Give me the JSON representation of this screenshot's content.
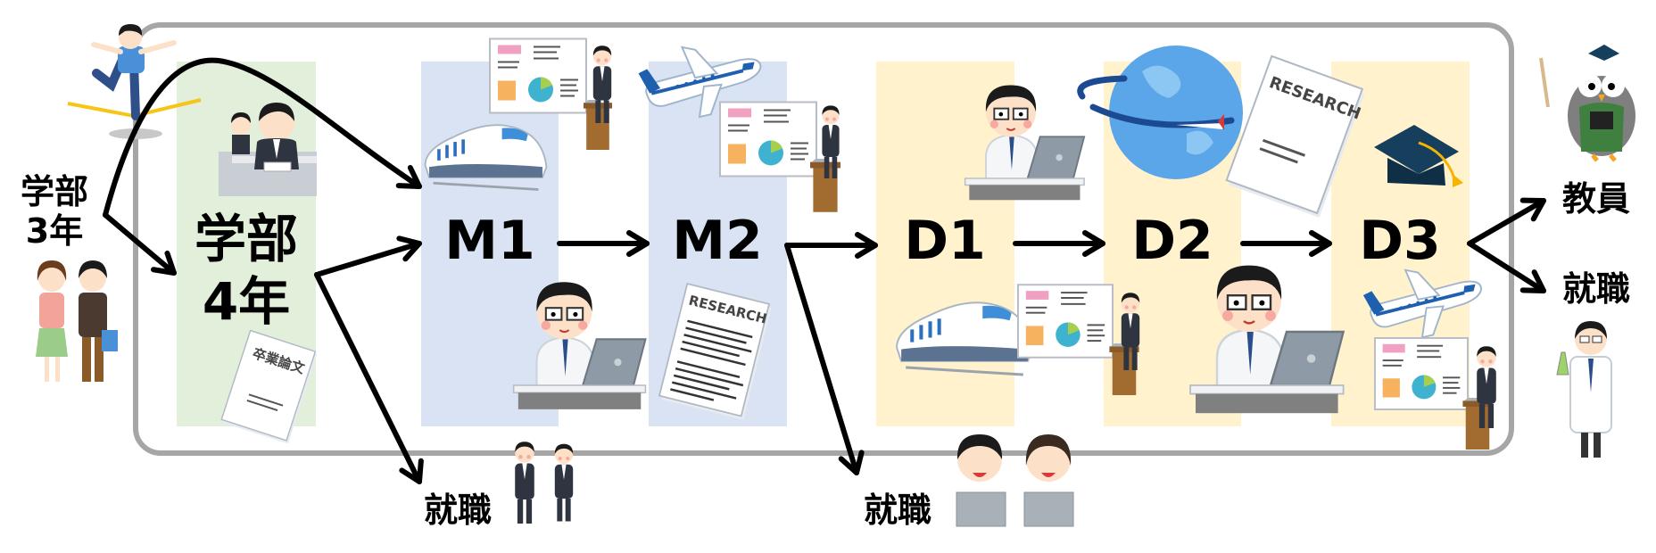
{
  "entry": {
    "line1": "学部",
    "line2": "3年"
  },
  "stages": [
    {
      "id": "b4",
      "label": "学部",
      "label2": "4年"
    },
    {
      "id": "m1",
      "label": "M1"
    },
    {
      "id": "m2",
      "label": "M2"
    },
    {
      "id": "d1",
      "label": "D1"
    },
    {
      "id": "d2",
      "label": "D2"
    },
    {
      "id": "d3",
      "label": "D3"
    }
  ],
  "outcomes": {
    "after_b4": "就職",
    "after_m2": "就職",
    "after_d3_faculty": "教員",
    "after_d3_job": "就職"
  },
  "illustration_text": {
    "thesis": "卒業論文",
    "research_m2": "RESEARCH",
    "research_d2": "RESEARCH"
  },
  "colors": {
    "frame": "#a6a6a6",
    "undergrad": "#e2efda",
    "master": "#dae3f3",
    "doctor": "#fff2cc"
  }
}
